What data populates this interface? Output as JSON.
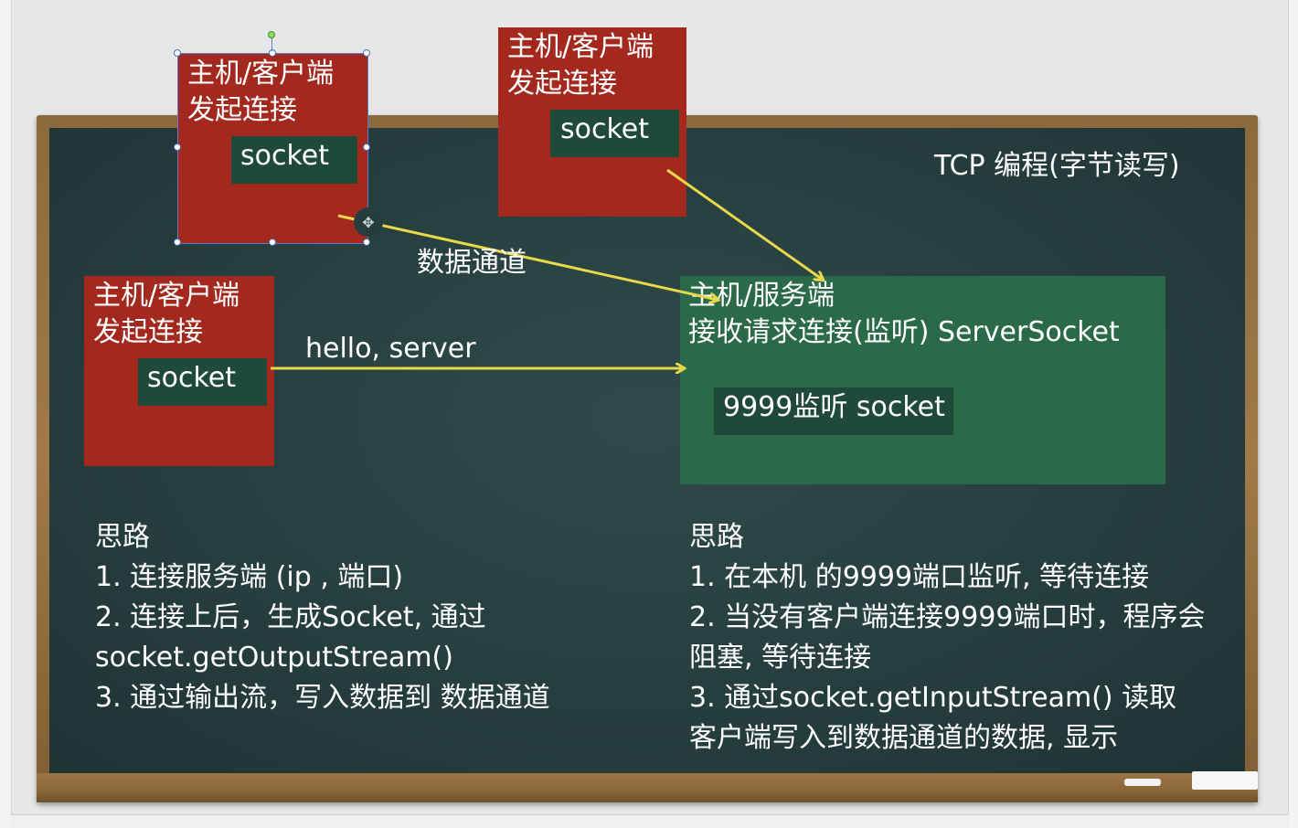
{
  "title": "TCP 编程(字节读写)",
  "client_boxes": [
    {
      "line1": "主机/客户端",
      "line2": "发起连接",
      "socket": "socket"
    },
    {
      "line1": "主机/客户端",
      "line2": "发起连接",
      "socket": "socket"
    },
    {
      "line1": "主机/客户端",
      "line2": "发起连接",
      "socket": "socket"
    }
  ],
  "server_box": {
    "line1": "主机/服务端",
    "line2": "接收请求连接(监听) ServerSocket",
    "listen_socket": "9999监听 socket"
  },
  "arrow_labels": {
    "data_channel": "数据通道",
    "hello": "hello, server"
  },
  "client_notes": {
    "heading": "思路",
    "lines": [
      "1. 连接服务端 (ip , 端口)",
      "2. 连接上后，生成Socket, 通过",
      "socket.getOutputStream()",
      "3. 通过输出流，写入数据到 数据通道"
    ]
  },
  "server_notes": {
    "heading": "思路",
    "lines": [
      "1. 在本机 的9999端口监听, 等待连接",
      "2. 当没有客户端连接9999端口时，程序会",
      "阻塞, 等待连接",
      "3. 通过socket.getInputStream() 读取",
      "客户端写入到数据通道的数据, 显示"
    ]
  },
  "colors": {
    "board": "#263d3e",
    "frame": "#8b6a3e",
    "client_box": "#a3291f",
    "server_box": "#2a6a49",
    "socket_box": "#1f4a3a",
    "arrow": "#e8d84a",
    "text": "#ffffff"
  }
}
